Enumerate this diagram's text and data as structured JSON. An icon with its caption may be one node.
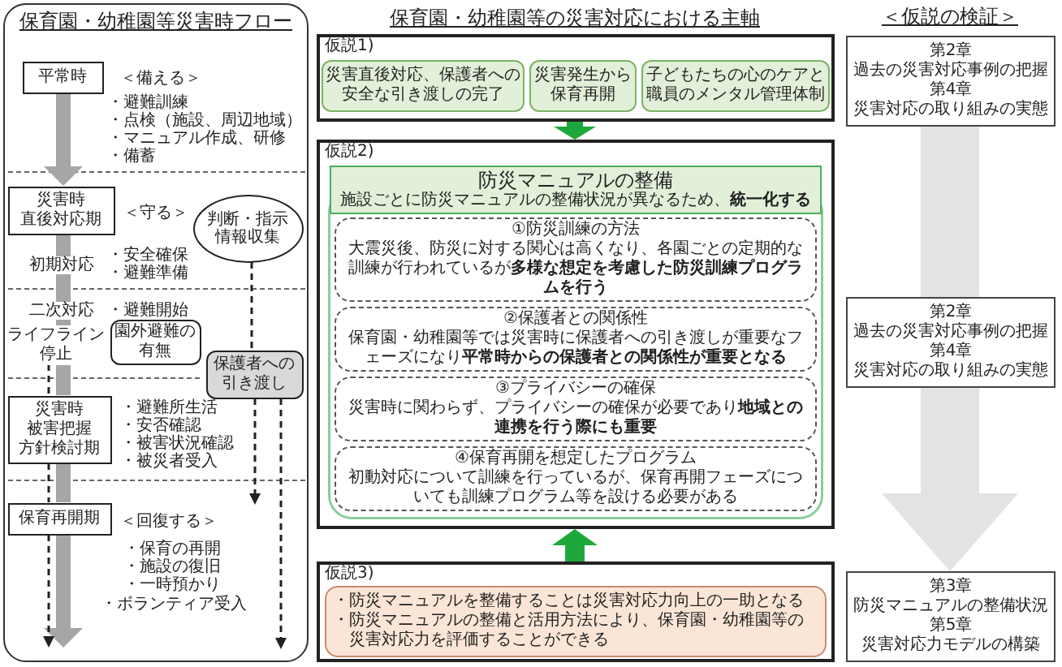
{
  "diagram": {
    "nodes": [
      {
        "text": [
          "保育園・幼稚園等災害時フロー"
        ]
      },
      {
        "text": [
          "平常時"
        ],
        "in": 0
      },
      {
        "text": [
          "災害時",
          "直後対応期"
        ],
        "in": 0
      },
      {
        "text": [
          "判断・指示",
          "情報収集"
        ],
        "in": 0
      },
      {
        "text": [
          "園外避難の有無"
        ],
        "in": 0
      },
      {
        "text": [
          "ライフライン停止"
        ],
        "in": 0
      },
      {
        "text": [
          "保護者への引き渡し"
        ],
        "in": 0
      },
      {
        "text": [
          "災害時",
          "被害把握",
          "方針検討期"
        ],
        "in": 0
      },
      {
        "text": [
          "保育再開期"
        ],
        "in": 0
      },
      {
        "text": [
          "仮説1)"
        ]
      },
      {
        "text": [
          "災害直後対応、保護者への安全な引き渡しの完了"
        ],
        "in": 9
      },
      {
        "text": [
          "災害発生から保育再開"
        ],
        "in": 9
      },
      {
        "text": [
          "子どもたちの心のケアと職員のメンタル管理体制"
        ],
        "in": 9
      },
      {
        "text": [
          "仮説2)"
        ]
      },
      {
        "text": [
          "防災マニュアルの整備",
          "施設ごとに防災マニュアルの整備状況が異なるため、**統一化する**"
        ],
        "in": 13
      },
      {
        "text": [
          "①防災訓練の方法",
          "大震災後、防災に対する関心は高くなり、各園ごとの定期的な訓練が行われているが**多様な想定を考慮した防災訓練プログラムを行う**"
        ],
        "in": 14
      },
      {
        "text": [
          "②保護者との関係性",
          "保育園・幼稚園等では災害時に保護者への引き渡しが重要なフェーズになり**平常時からの保護者との関係性が重要となる**"
        ],
        "in": 14
      },
      {
        "text": [
          "③プライバシーの確保",
          "災害時に関わらず、プライバシーの確保が必要であり**地域との連携を行う際にも重要**"
        ],
        "in": 14
      },
      {
        "text": [
          "④保育再開を想定したプログラム",
          "初動対応について訓練を行っているが、保育再開フェーズについても訓練プログラム等を設ける必要がある"
        ],
        "in": 14
      },
      {
        "text": [
          "仮説3)"
        ]
      },
      {
        "text": [
          "・防災マニュアルを整備することは災害対応力向上の一助となる",
          "・防災マニュアルの整備と活用方法により、保育園・幼稚園等の災害対応力を評価することができる"
        ],
        "in": 19
      },
      {
        "text": [
          "第2章",
          "過去の災害対応事例の把握",
          "第4章",
          "災害対応の取り組みの実態"
        ]
      },
      {
        "text": [
          "第2章",
          "過去の災害対応事例の把握",
          "第4章",
          "災害対応の取り組みの実態"
        ]
      },
      {
        "text": [
          "第3章",
          "防災マニュアルの整備状況",
          "第5章",
          "災害対応力モデルの構築"
        ]
      }
    ],
    "edges": [
      {
        "from": 1,
        "to": 2,
        "arrow": "to",
        "color": "#a6a6a6"
      },
      {
        "from": 2,
        "to": 5,
        "arrow": "none",
        "color": "#a6a6a6"
      },
      {
        "from": 5,
        "to": 7,
        "arrow": "none",
        "color": "#a6a6a6"
      },
      {
        "from": 7,
        "to": 8,
        "arrow": "none",
        "color": "#a6a6a6"
      },
      {
        "from": 8,
        "to": null,
        "arrow": "to",
        "color": "#a6a6a6"
      },
      {
        "from": 5,
        "to": 7,
        "arrow": "none",
        "style": "dashed"
      },
      {
        "from": 7,
        "to": 8,
        "arrow": "none",
        "style": "dashed"
      },
      {
        "from": 8,
        "to": null,
        "arrow": "to",
        "style": "dashed"
      },
      {
        "from": 3,
        "to": 6,
        "arrow": "none",
        "style": "dashed"
      },
      {
        "from": 6,
        "to": null,
        "arrow": "to",
        "style": "dashed"
      },
      {
        "from": 6,
        "to": null,
        "arrow": "to",
        "style": "dashed"
      },
      {
        "from": 9,
        "to": 13,
        "arrow": "to",
        "color": "#1ea83c"
      },
      {
        "from": 19,
        "to": 13,
        "arrow": "to",
        "color": "#1ea83c"
      },
      {
        "from": 21,
        "to": 22,
        "arrow": "none",
        "style": "thick",
        "color": "#e3e3e3"
      },
      {
        "from": 22,
        "to": 23,
        "arrow": "to",
        "style": "thick",
        "color": "#e3e3e3"
      }
    ],
    "labels": [
      "保育園・幼稚園等の災害対応における主軸",
      "＜仮説の検証＞",
      "＜備える＞",
      "・避難訓練",
      "・点検（施設、周辺地域）",
      "・マニュアル作成、研修",
      "・備蓄",
      "＜守る＞",
      "初期対応",
      "・安全確保",
      "・避難準備",
      "二次対応",
      "・避難開始",
      "・避難所生活",
      "・安否確認",
      "・被害状況確認",
      "・被災者受入",
      "＜回復する＞",
      "・保育の再開",
      "・施設の復旧",
      "・一時預かり",
      "・ボランティア受入"
    ]
  }
}
